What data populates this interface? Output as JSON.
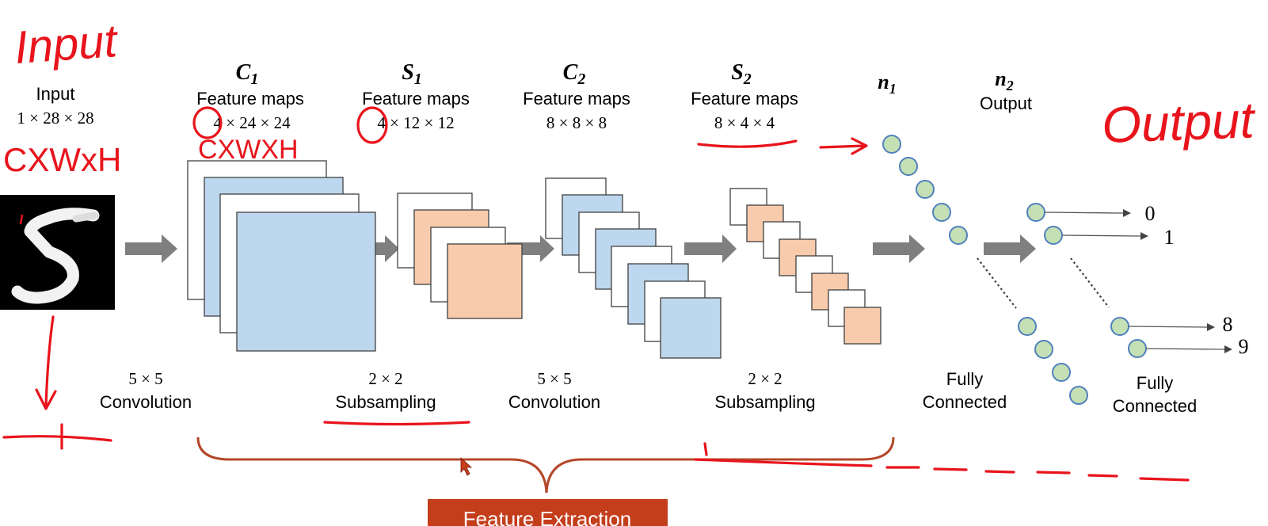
{
  "input": {
    "label": "Input",
    "dims": "1 × 28 × 28"
  },
  "c1": {
    "title": "C",
    "sub": "1",
    "caption": "Feature maps",
    "dims": "4 × 24 × 24"
  },
  "s1": {
    "title": "S",
    "sub": "1",
    "caption": "Feature maps",
    "dims": "4 × 12 × 12"
  },
  "c2": {
    "title": "C",
    "sub": "2",
    "caption": "Feature maps",
    "dims": "8 × 8 × 8"
  },
  "s2": {
    "title": "S",
    "sub": "2",
    "caption": "Feature maps",
    "dims": "8 × 4 × 4"
  },
  "n1": {
    "title": "n",
    "sub": "1"
  },
  "n2": {
    "title": "n",
    "sub": "2",
    "caption": "Output"
  },
  "ops": {
    "conv1": {
      "kernel": "5 × 5",
      "name": "Convolution"
    },
    "sub1": {
      "kernel": "2 × 2",
      "name": "Subsampling"
    },
    "conv2": {
      "kernel": "5 × 5",
      "name": "Convolution"
    },
    "sub2": {
      "kernel": "2 × 2",
      "name": "Subsampling"
    },
    "fc1": {
      "line1": "Fully",
      "line2": "Connected"
    },
    "fc2": {
      "line1": "Fully",
      "line2": "Connected"
    }
  },
  "outputs": [
    "0",
    "1",
    "8",
    "9"
  ],
  "banner": "Feature Extraction",
  "annotations": {
    "input_word": "Input",
    "output_word": "Output",
    "cwh_input": "CXWxH",
    "cwh_c1": "CXWXH"
  },
  "colors": {
    "blue_map": "#bdd7ee",
    "orange_map": "#f8cbad",
    "node_fill": "#c5e0b4",
    "node_stroke": "#4f81bd",
    "arrow_gray": "#7f7f7f",
    "brace": "#b5472a",
    "banner_bg": "#c43e1c",
    "ink_red": "#e8141c"
  }
}
